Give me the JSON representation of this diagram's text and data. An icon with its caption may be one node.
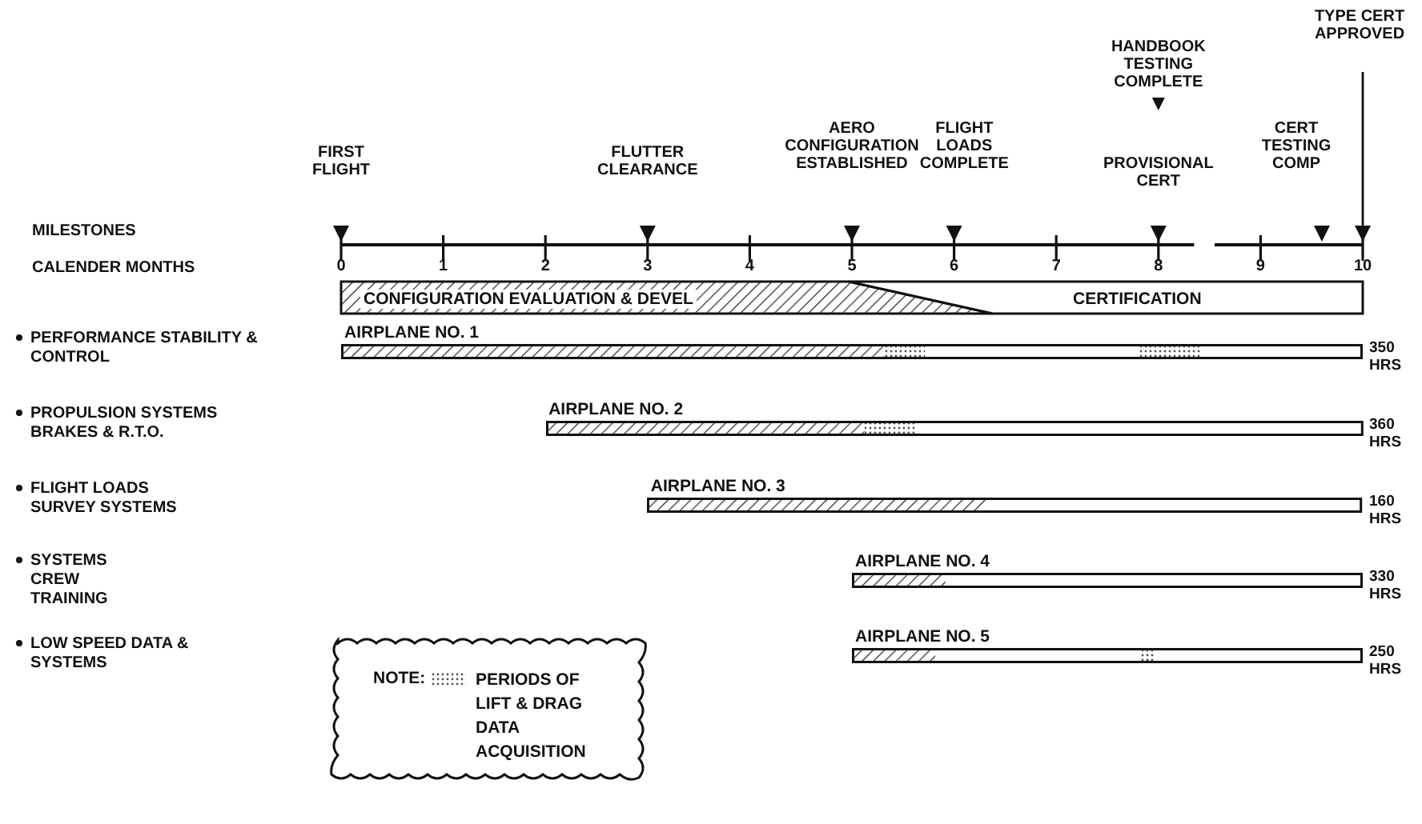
{
  "diagram": {
    "nodes": [
      {
        "text": [
          "CONFIGURATION EVALUATION & DEVEL"
        ]
      },
      {
        "text": [
          "CERTIFICATION"
        ]
      },
      {
        "text": [
          "AIRPLANE NO. 1"
        ],
        "beside": [
          "350 HRS"
        ]
      },
      {
        "text": [
          "AIRPLANE NO. 2"
        ],
        "beside": [
          "360 HRS"
        ]
      },
      {
        "text": [
          "AIRPLANE NO. 3"
        ],
        "beside": [
          "160 HRS"
        ]
      },
      {
        "text": [
          "AIRPLANE NO. 4"
        ],
        "beside": [
          "330 HRS"
        ]
      },
      {
        "text": [
          "AIRPLANE NO. 5"
        ],
        "beside": [
          "250 HRS"
        ]
      },
      {
        "text": [
          "NOTE:",
          "PERIODS OF LIFT & DRAG DATA ACQUISITION"
        ]
      }
    ],
    "labels": [
      "TYPE CERT APPROVED",
      "HANDBOOK TESTING COMPLETE",
      "AERO CONFIGURATION ESTABLISHED",
      "FLIGHT LOADS COMPLETE",
      "CERT TESTING COMP",
      "FIRST FLIGHT",
      "FLUTTER CLEARANCE",
      "PROVISIONAL CERT",
      "MILESTONES",
      "CALENDER MONTHS",
      "0",
      "1",
      "2",
      "3",
      "4",
      "5",
      "6",
      "7",
      "8",
      "9",
      "10",
      "PERFORMANCE STABILITY & CONTROL",
      "PROPULSION SYSTEMS BRAKES & R.T.O.",
      "FLIGHT LOADS SURVEY SYSTEMS",
      "SYSTEMS CREW TRAINING",
      "LOW SPEED DATA & SYSTEMS"
    ]
  }
}
